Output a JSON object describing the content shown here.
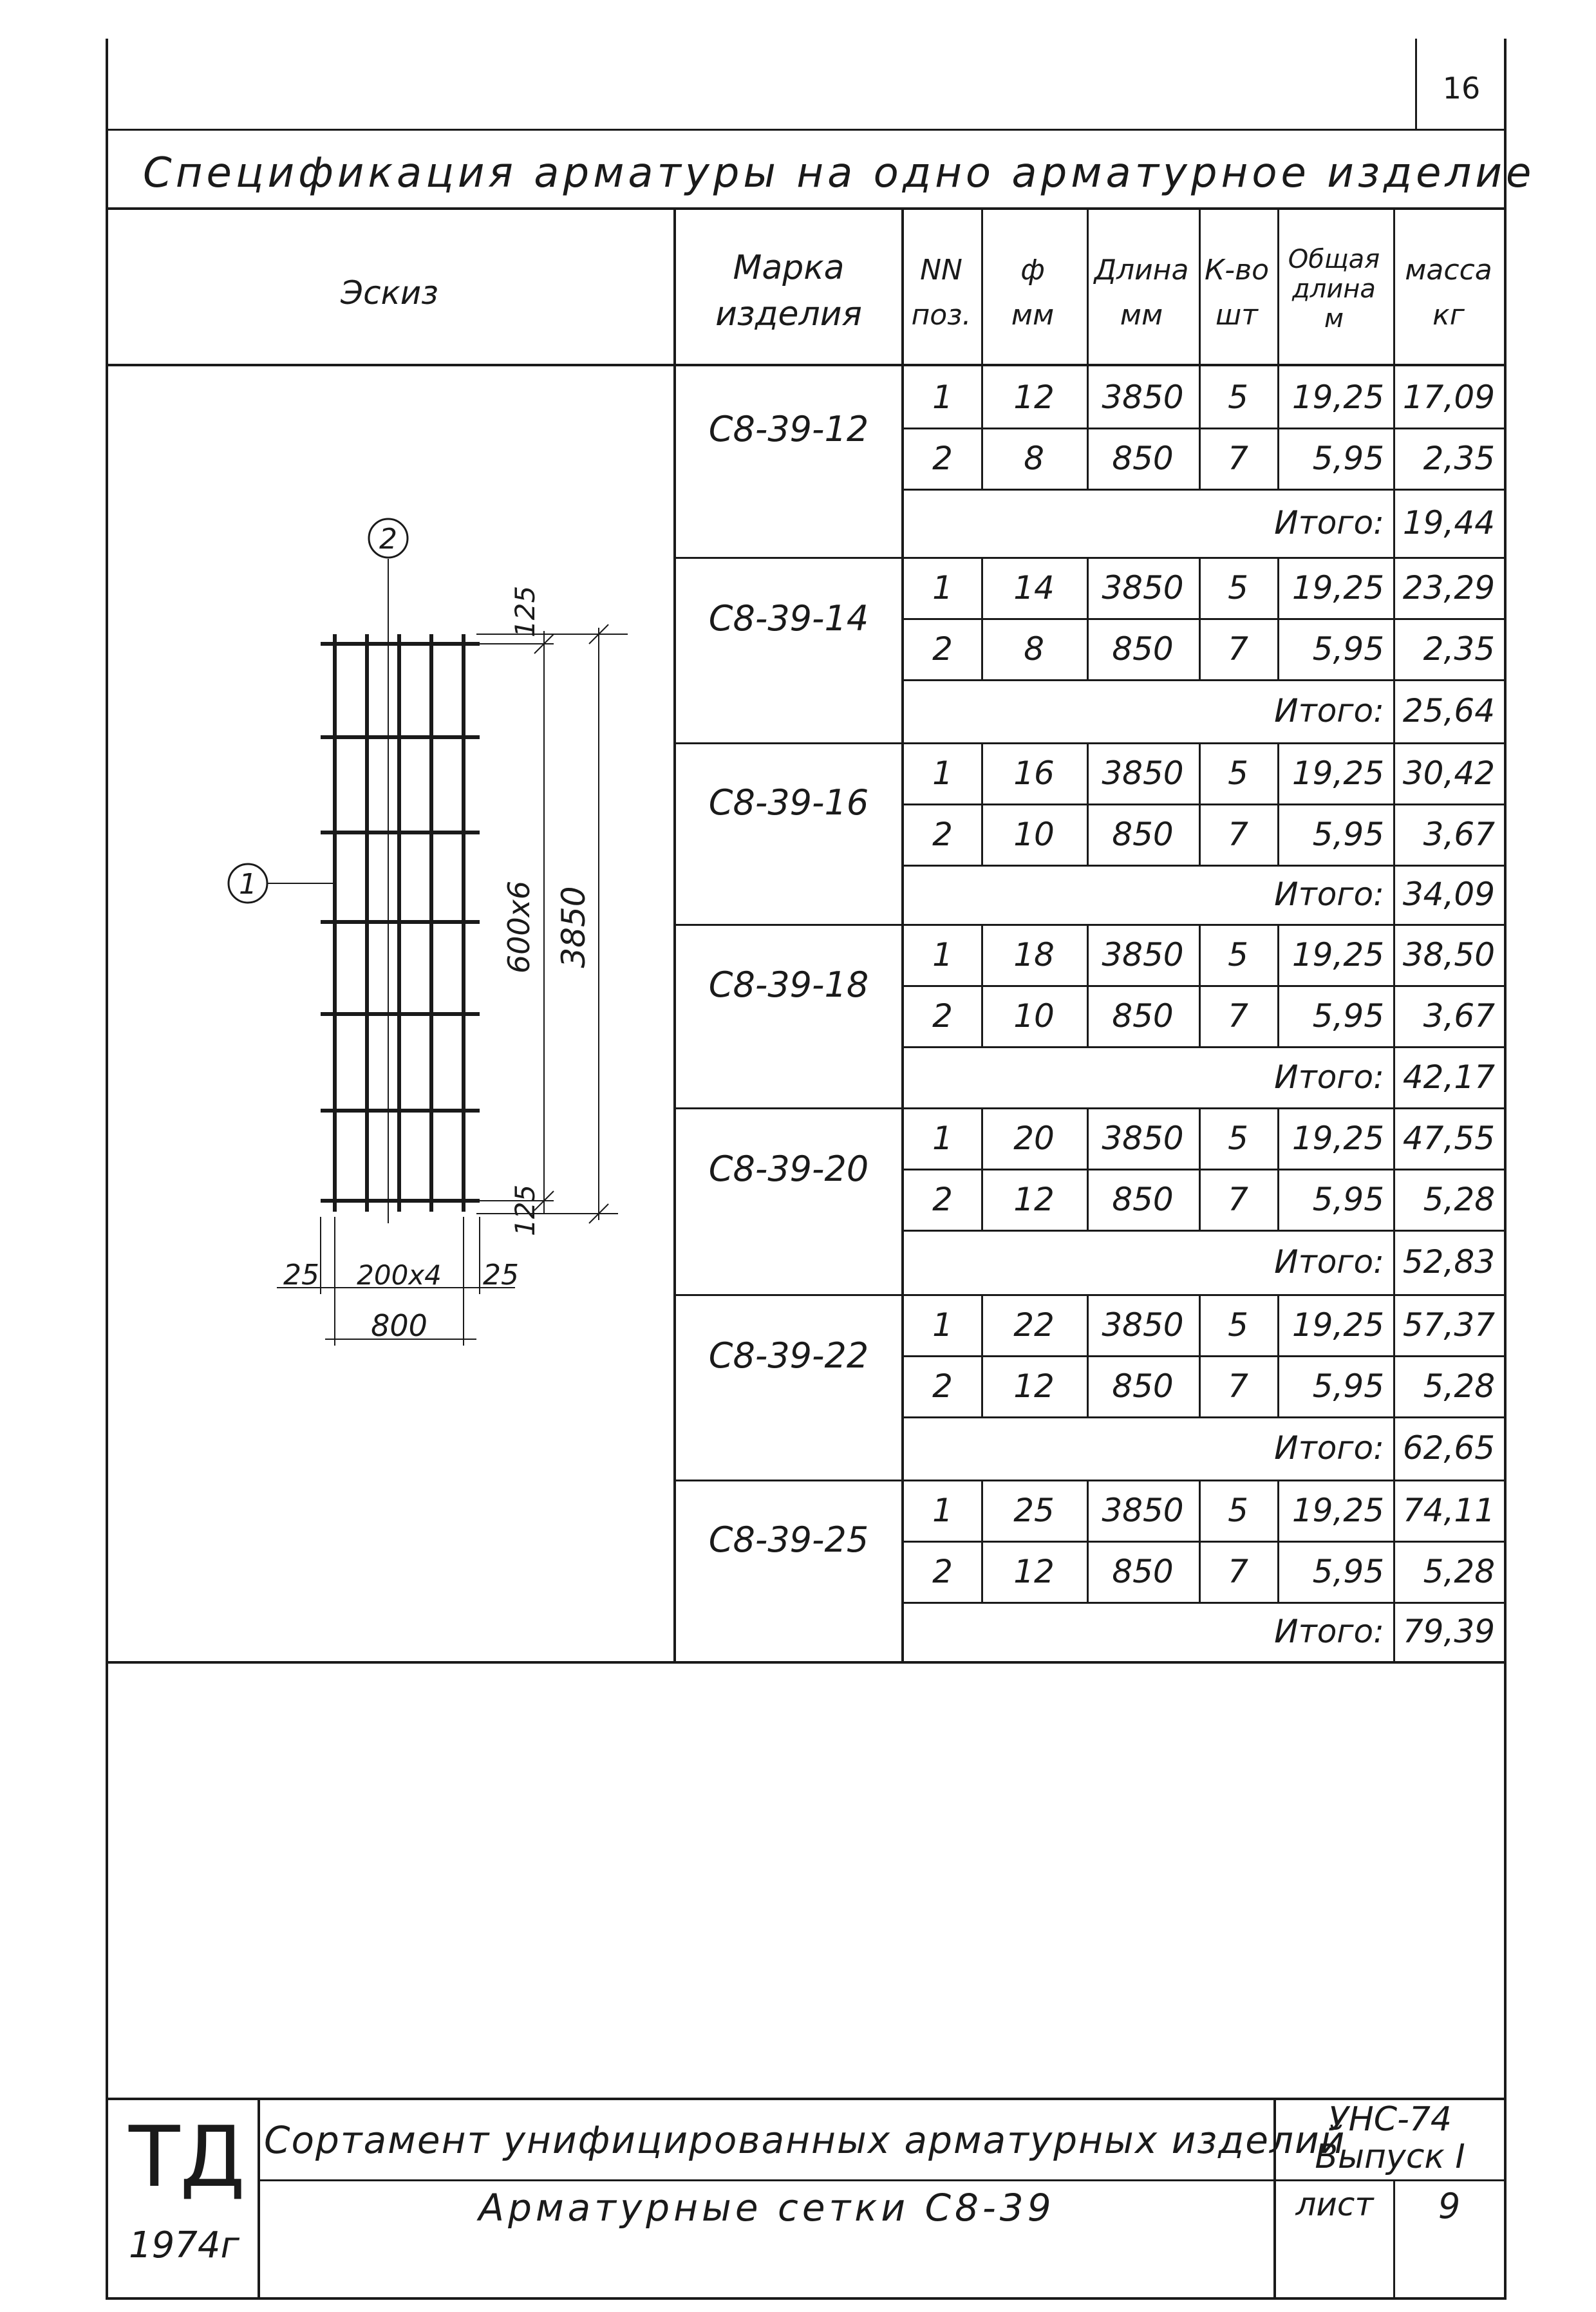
{
  "sheet_number": "16",
  "title": "Спецификация арматуры на одно арматурное изделие",
  "headers": {
    "sketch": "Эскиз",
    "mark": [
      "Марка",
      "изделия"
    ],
    "pos": [
      "NN",
      "поз."
    ],
    "dia": [
      "ф",
      "мм"
    ],
    "length": [
      "Длина",
      "мм"
    ],
    "count": [
      "К-во",
      "шт"
    ],
    "total_length": [
      "Общая",
      "длина",
      "м"
    ],
    "mass": [
      "масса",
      "кг"
    ]
  },
  "items": [
    {
      "mark": "С8-39-12",
      "rows": [
        {
          "pos": "1",
          "dia": "12",
          "length": "3850",
          "count": "5",
          "total": "19,25",
          "mass": "17,09"
        },
        {
          "pos": "2",
          "dia": "8",
          "length": "850",
          "count": "7",
          "total": "5,95",
          "mass": "2,35"
        }
      ],
      "sum_label": "Итого:",
      "sum": "19,44"
    },
    {
      "mark": "С8-39-14",
      "rows": [
        {
          "pos": "1",
          "dia": "14",
          "length": "3850",
          "count": "5",
          "total": "19,25",
          "mass": "23,29"
        },
        {
          "pos": "2",
          "dia": "8",
          "length": "850",
          "count": "7",
          "total": "5,95",
          "mass": "2,35"
        }
      ],
      "sum_label": "Итого:",
      "sum": "25,64"
    },
    {
      "mark": "С8-39-16",
      "rows": [
        {
          "pos": "1",
          "dia": "16",
          "length": "3850",
          "count": "5",
          "total": "19,25",
          "mass": "30,42"
        },
        {
          "pos": "2",
          "dia": "10",
          "length": "850",
          "count": "7",
          "total": "5,95",
          "mass": "3,67"
        }
      ],
      "sum_label": "Итого:",
      "sum": "34,09"
    },
    {
      "mark": "С8-39-18",
      "rows": [
        {
          "pos": "1",
          "dia": "18",
          "length": "3850",
          "count": "5",
          "total": "19,25",
          "mass": "38,50"
        },
        {
          "pos": "2",
          "dia": "10",
          "length": "850",
          "count": "7",
          "total": "5,95",
          "mass": "3,67"
        }
      ],
      "sum_label": "Итого:",
      "sum": "42,17"
    },
    {
      "mark": "С8-39-20",
      "rows": [
        {
          "pos": "1",
          "dia": "20",
          "length": "3850",
          "count": "5",
          "total": "19,25",
          "mass": "47,55"
        },
        {
          "pos": "2",
          "dia": "12",
          "length": "850",
          "count": "7",
          "total": "5,95",
          "mass": "5,28"
        }
      ],
      "sum_label": "Итого:",
      "sum": "52,83"
    },
    {
      "mark": "С8-39-22",
      "rows": [
        {
          "pos": "1",
          "dia": "22",
          "length": "3850",
          "count": "5",
          "total": "19,25",
          "mass": "57,37"
        },
        {
          "pos": "2",
          "dia": "12",
          "length": "850",
          "count": "7",
          "total": "5,95",
          "mass": "5,28"
        }
      ],
      "sum_label": "Итого:",
      "sum": "62,65"
    },
    {
      "mark": "С8-39-25",
      "rows": [
        {
          "pos": "1",
          "dia": "25",
          "length": "3850",
          "count": "5",
          "total": "19,25",
          "mass": "74,11"
        },
        {
          "pos": "2",
          "dia": "12",
          "length": "850",
          "count": "7",
          "total": "5,95",
          "mass": "5,28"
        }
      ],
      "sum_label": "Итого:",
      "sum": "79,39"
    }
  ],
  "sketch": {
    "callout_2": "2",
    "callout_1": "1",
    "dim_top": "125",
    "dim_bottom": "125",
    "dim_spacing": "600х6",
    "dim_total_height": "3850",
    "dim_left": "25",
    "dim_middle": "200х4",
    "dim_right": "25",
    "dim_width": "800"
  },
  "title_block": {
    "org_big": "ТД",
    "org_year": "1974г",
    "doc_title": "Сортамент унифицированных арматурных изделий",
    "sub_title": "Арматурные сетки С8-39",
    "code_1": "УНС-74",
    "code_2": "Выпуск I",
    "sheet_label": "лист",
    "sheet_value": "9"
  }
}
